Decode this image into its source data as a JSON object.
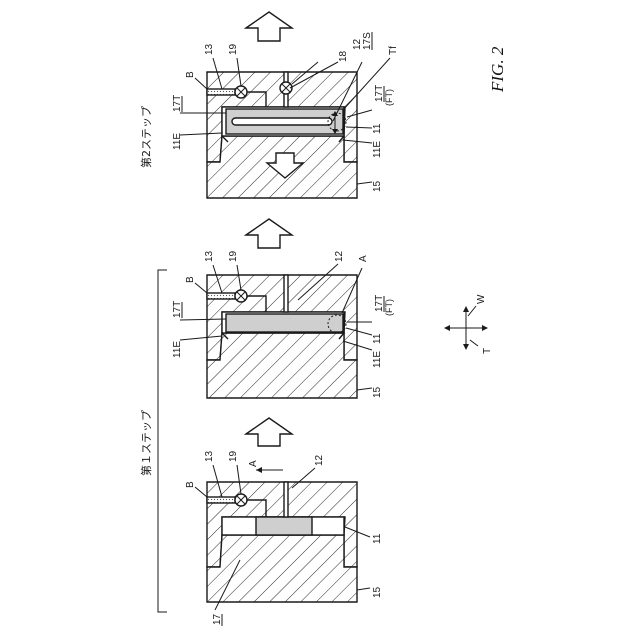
{
  "figure": {
    "title": "FIG. 2",
    "stage_labels": {
      "first_step": "第１ステップ",
      "second_step": "第2ステップ"
    },
    "panel_initial": {
      "labels": [
        "B",
        "13",
        "19",
        "A",
        "12",
        "11",
        "15",
        "17"
      ]
    },
    "panel_step1": {
      "labels": [
        "B",
        "13",
        "19",
        "12",
        "A",
        "11E",
        "17T",
        "17T",
        "(FT)",
        "11",
        "11E",
        "15"
      ]
    },
    "panel_step2": {
      "labels": [
        "B",
        "13",
        "19",
        "17S",
        "12",
        "18",
        "Tf",
        "11E",
        "17T",
        "17T",
        "(FT)",
        "11",
        "11E",
        "15"
      ]
    },
    "axes": {
      "w": "W",
      "t": "T"
    }
  }
}
